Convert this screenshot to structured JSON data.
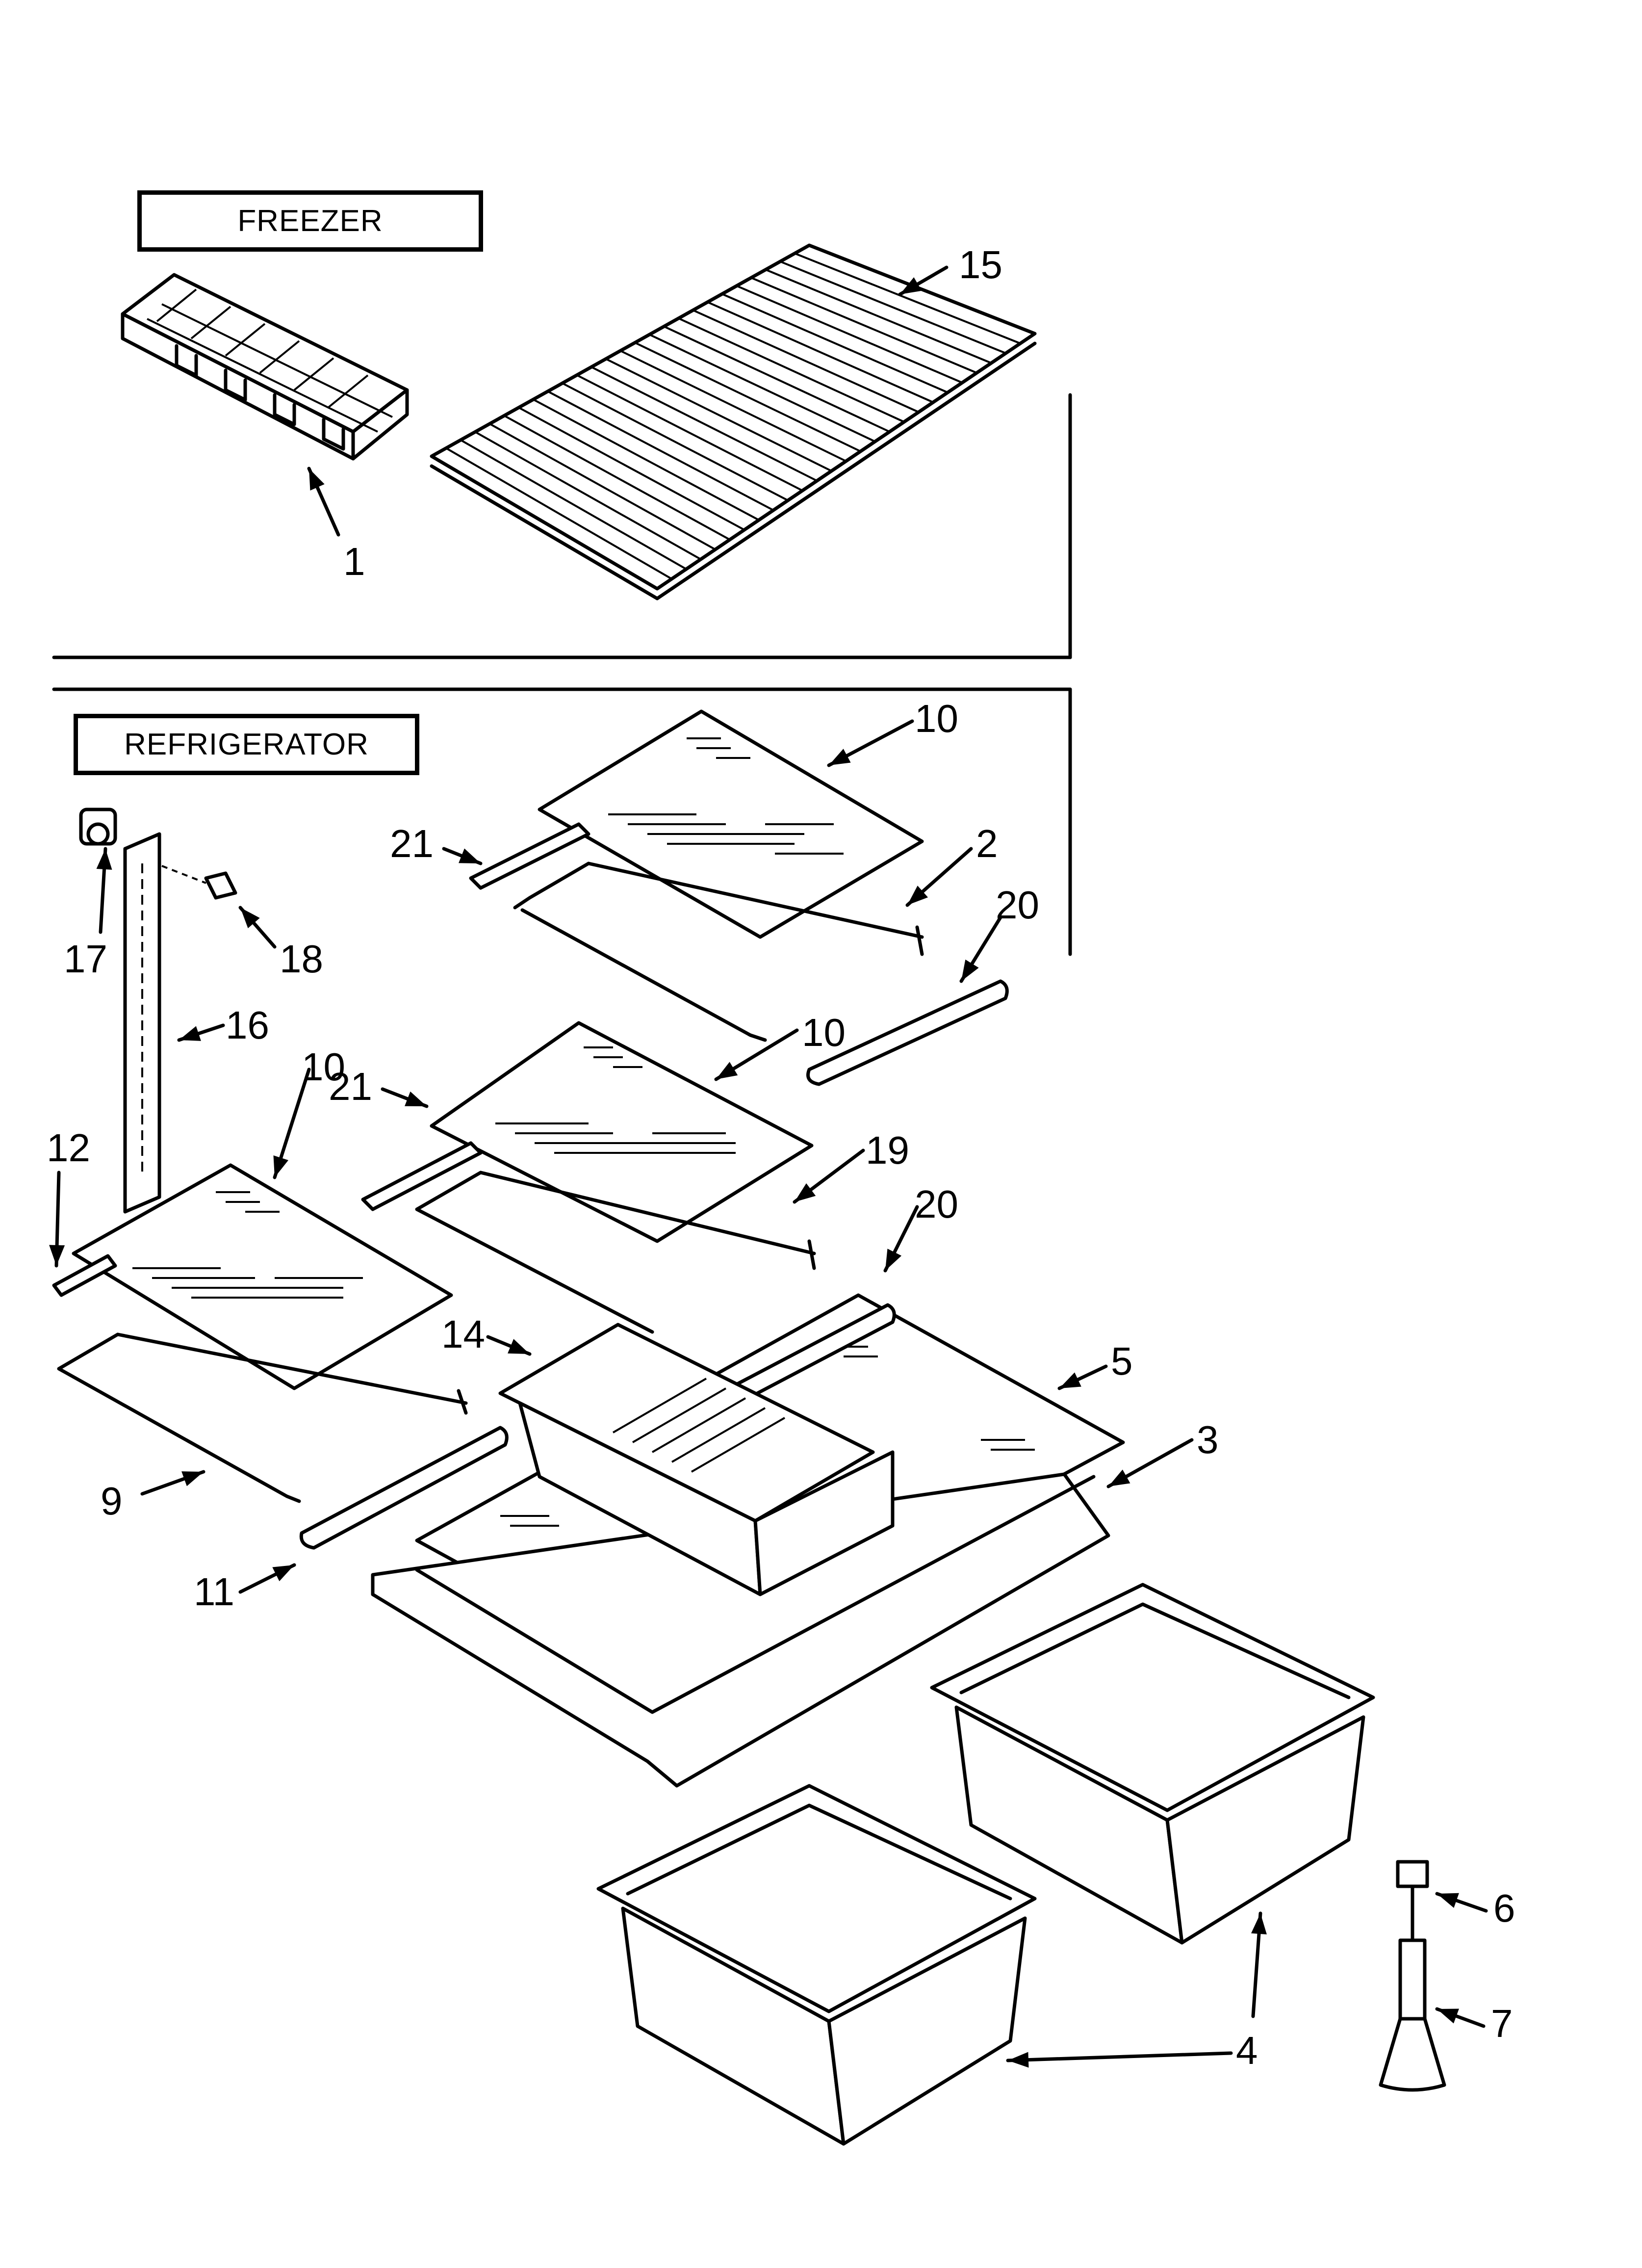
{
  "sections": {
    "freezer": "FREEZER",
    "refrigerator": "REFRIGERATOR"
  },
  "callouts": [
    {
      "id": "c1",
      "text": "1"
    },
    {
      "id": "c15",
      "text": "15"
    },
    {
      "id": "c10a",
      "text": "10"
    },
    {
      "id": "c21a",
      "text": "21"
    },
    {
      "id": "c2",
      "text": "2"
    },
    {
      "id": "c20a",
      "text": "20"
    },
    {
      "id": "c17",
      "text": "17"
    },
    {
      "id": "c18",
      "text": "18"
    },
    {
      "id": "c16",
      "text": "16"
    },
    {
      "id": "c10b",
      "text": "10"
    },
    {
      "id": "c10c",
      "text": "10"
    },
    {
      "id": "c21b",
      "text": "21"
    },
    {
      "id": "c12",
      "text": "12"
    },
    {
      "id": "c19",
      "text": "19"
    },
    {
      "id": "c20b",
      "text": "20"
    },
    {
      "id": "c14",
      "text": "14"
    },
    {
      "id": "c5",
      "text": "5"
    },
    {
      "id": "c3",
      "text": "3"
    },
    {
      "id": "c9",
      "text": "9"
    },
    {
      "id": "c11",
      "text": "11"
    },
    {
      "id": "c6",
      "text": "6"
    },
    {
      "id": "c7",
      "text": "7"
    },
    {
      "id": "c4",
      "text": "4"
    }
  ]
}
